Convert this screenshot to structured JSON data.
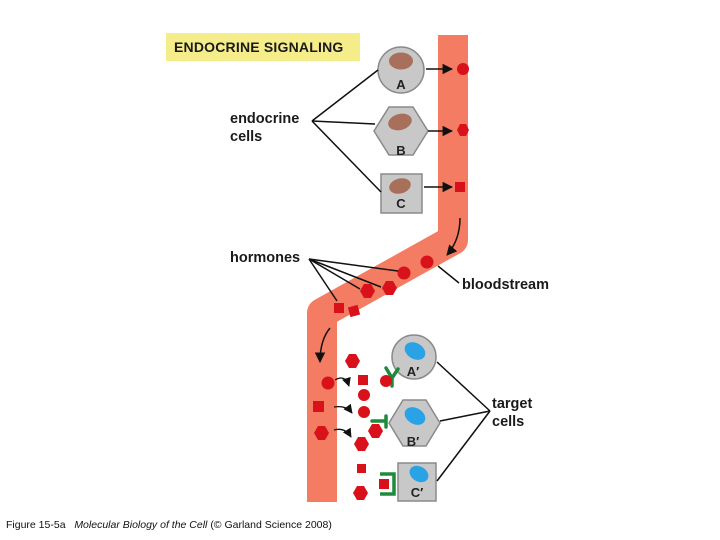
{
  "title": "ENDOCRINE SIGNALING",
  "labels": {
    "endocrine_cells_line1": "endocrine",
    "endocrine_cells_line2": "cells",
    "hormones": "hormones",
    "bloodstream": "bloodstream",
    "target_cells_line1": "target",
    "target_cells_line2": "cells"
  },
  "endocrine_cells": [
    {
      "letter": "A",
      "shape": "circle"
    },
    {
      "letter": "B",
      "shape": "hexagon"
    },
    {
      "letter": "C",
      "shape": "square"
    }
  ],
  "target_cells": [
    {
      "letter": "A′",
      "shape": "circle"
    },
    {
      "letter": "B′",
      "shape": "hexagon"
    },
    {
      "letter": "C′",
      "shape": "square"
    }
  ],
  "caption": {
    "prefix": "Figure 15-5a",
    "book": "Molecular Biology of the Cell",
    "suffix": "(© Garland Science 2008)"
  },
  "colors": {
    "title_bg": "#f5ec8a",
    "bloodstream": "#f47c62",
    "hormone": "#d8111b",
    "cell_fill": "#c8c8c8",
    "cell_stroke": "#8a8a8a",
    "endocrine_nucleus": "#a8705a",
    "target_nucleus": "#2aa3e6",
    "receptor": "#1e8a3c"
  },
  "icons": [
    "circle-cell",
    "hexagon-cell",
    "square-cell",
    "hormone-circle",
    "hormone-hexagon",
    "hormone-square",
    "receptor-icon",
    "flow-arrow-icon"
  ]
}
